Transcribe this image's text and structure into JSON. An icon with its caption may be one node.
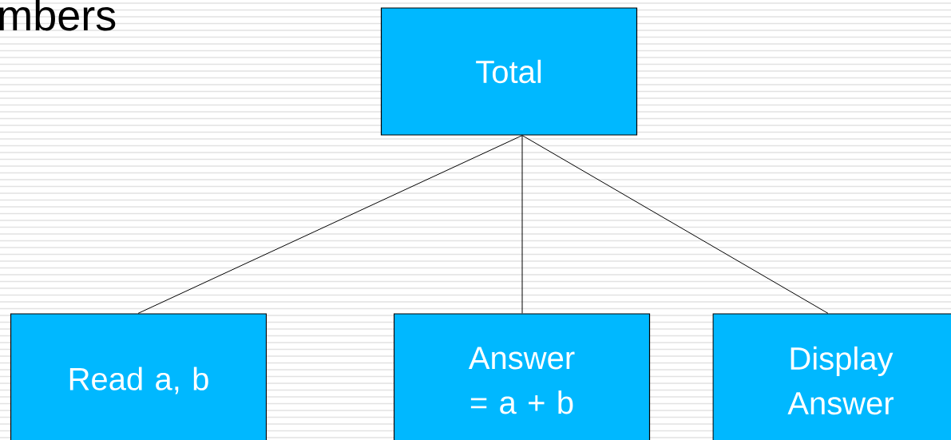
{
  "diagram": {
    "title": "mbers",
    "nodes": [
      {
        "text": [
          "Total"
        ]
      },
      {
        "text": [
          "Read a, b"
        ]
      },
      {
        "text": [
          "Answer = a + b"
        ]
      },
      {
        "text": [
          "Display Answer"
        ]
      }
    ],
    "edges": [
      {
        "from": 0,
        "to": 1,
        "arrow": "none"
      },
      {
        "from": 0,
        "to": 2,
        "arrow": "none"
      },
      {
        "from": 0,
        "to": 3,
        "arrow": "none"
      }
    ]
  }
}
